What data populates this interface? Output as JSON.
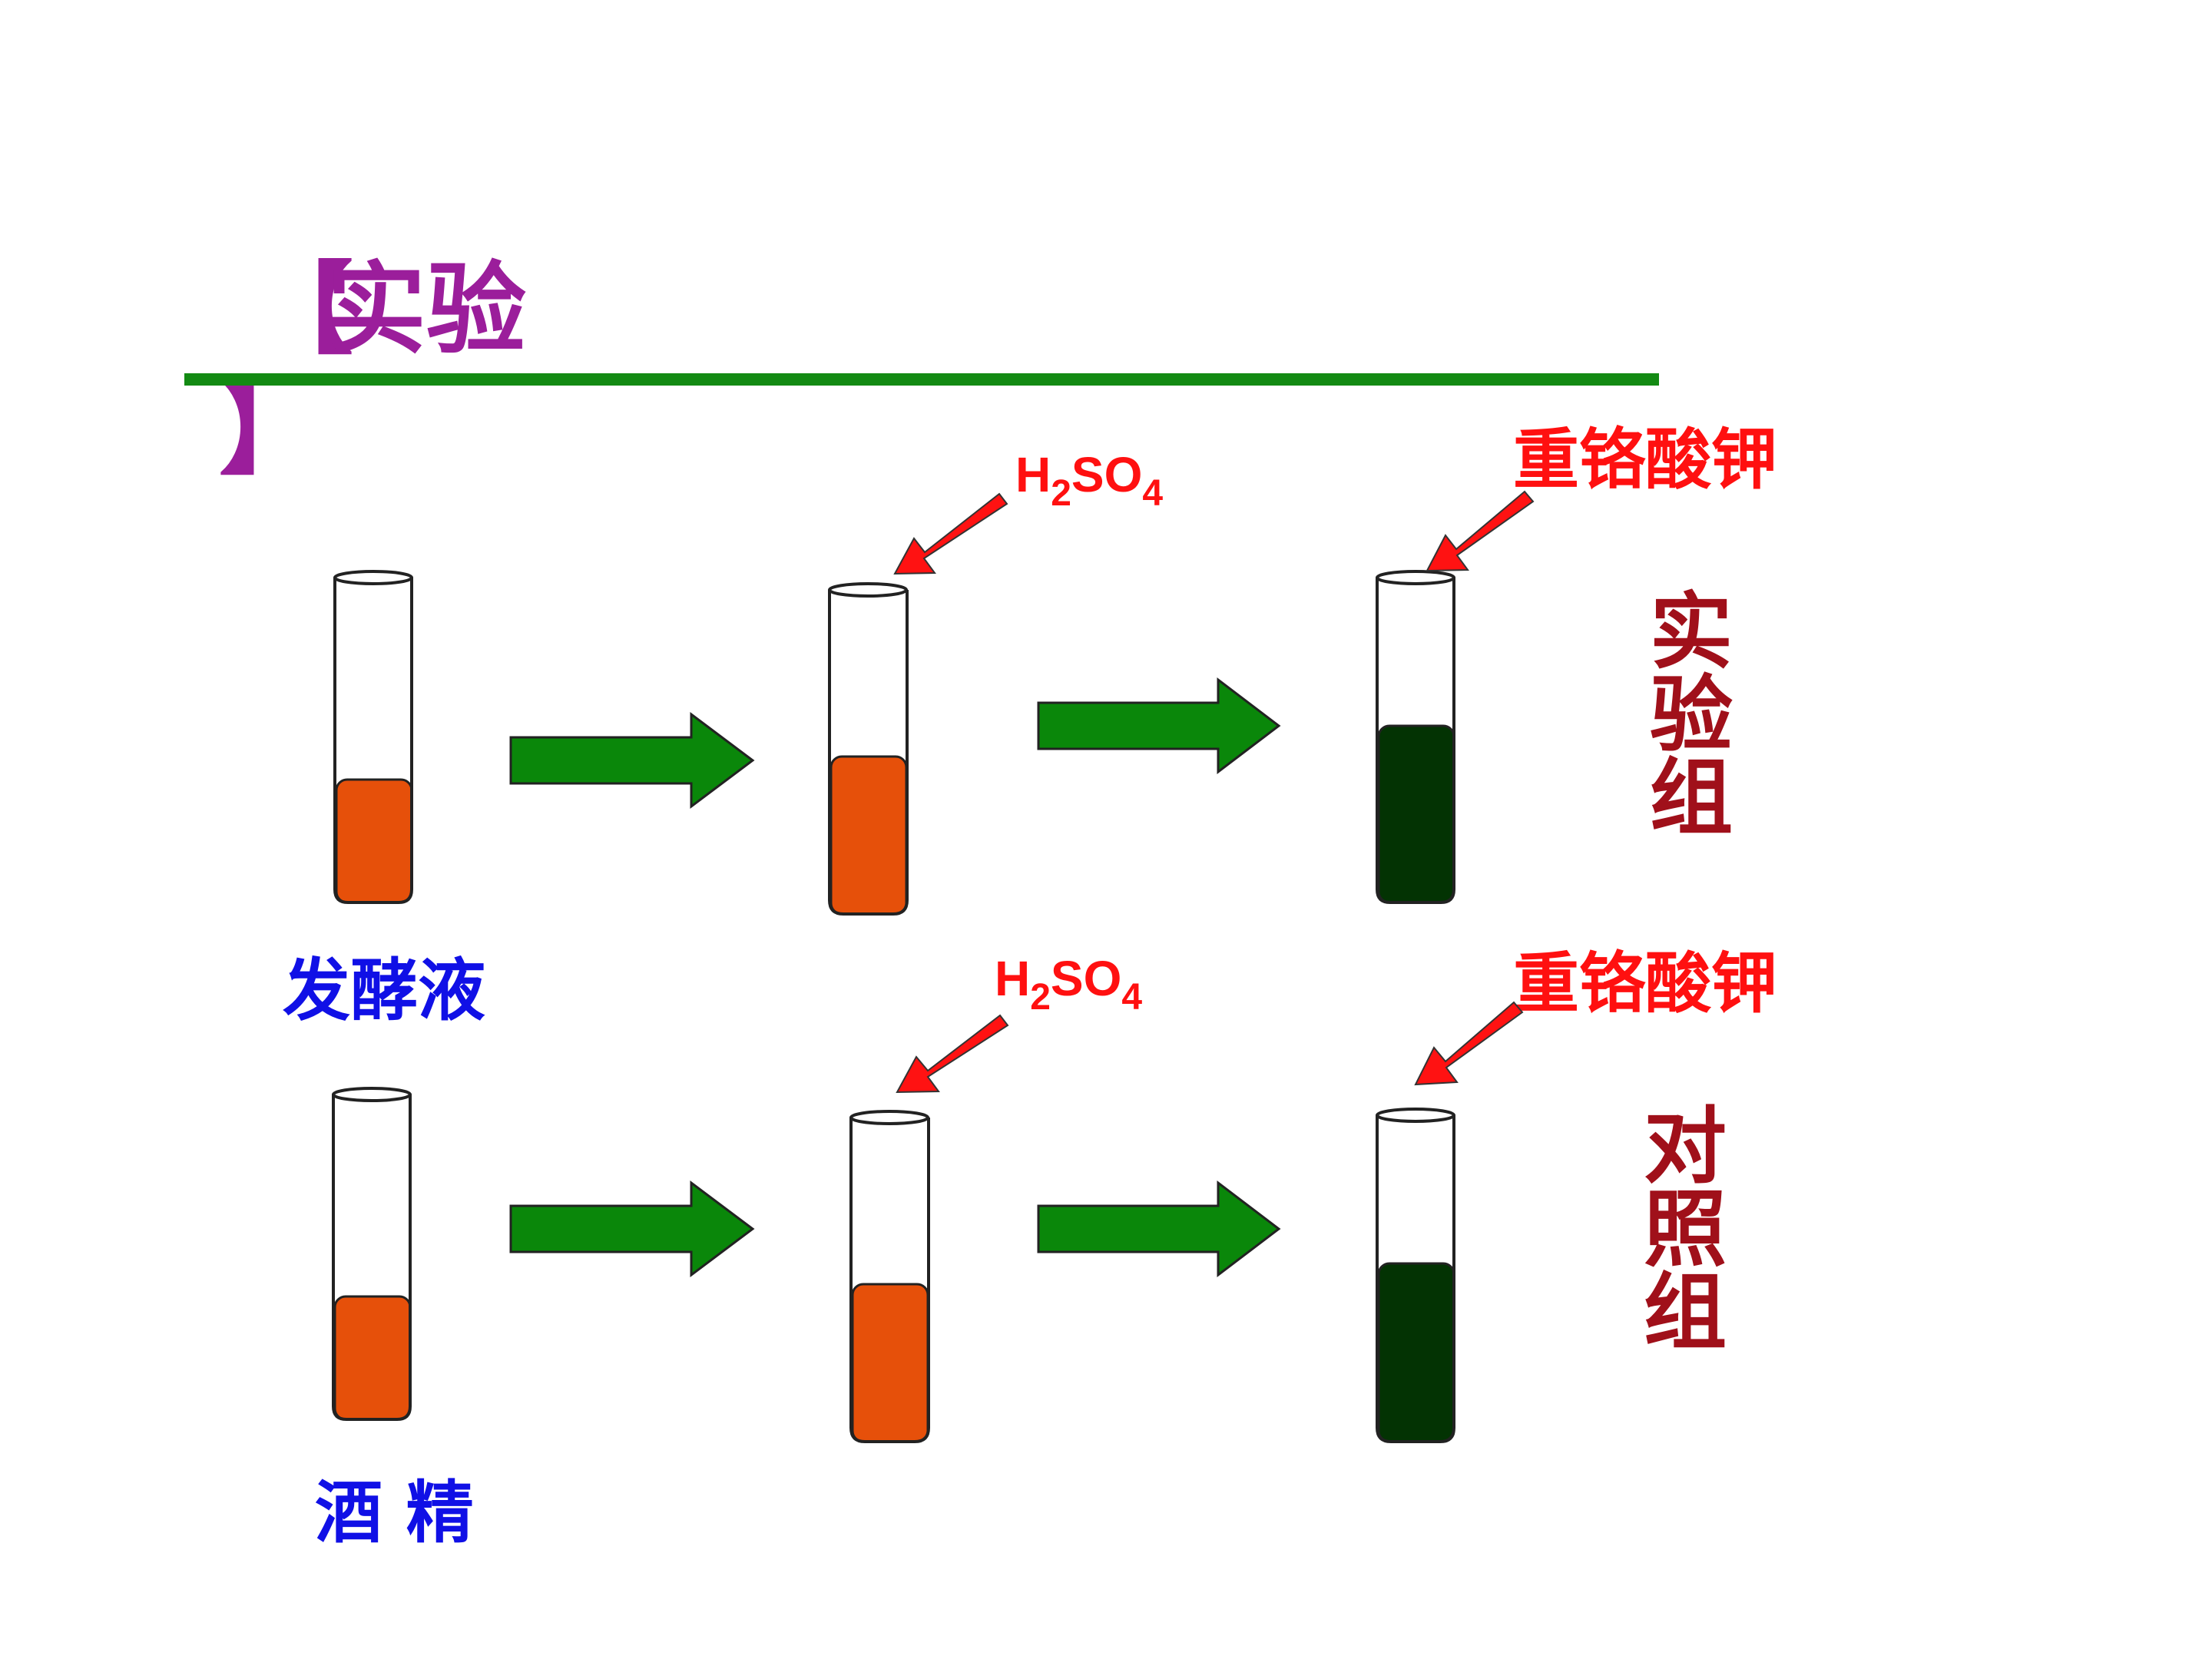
{
  "title": {
    "open_bracket": "【",
    "text": "实验",
    "close_bracket": "】",
    "color": "#9B1E9B"
  },
  "divider_color": "#138A13",
  "rows": [
    {
      "start_label": "发酵液",
      "start_label_color": "#1010E6",
      "reagent1": {
        "base": "H",
        "sub1": "2",
        "mid": "SO",
        "sub2": "4"
      },
      "reagent2": "重铬酸钾",
      "group_label": [
        "实",
        "验",
        "组"
      ]
    },
    {
      "start_label": "酒 精",
      "start_label_color": "#1010E6",
      "reagent1": {
        "base": "H",
        "sub1": "2",
        "mid": "SO",
        "sub2": "4"
      },
      "reagent2": "重铬酸钾",
      "group_label": [
        "对",
        "照",
        "组"
      ]
    }
  ],
  "colors": {
    "orange_liquid": "#E6500A",
    "green_liquid": "#033303",
    "process_arrow": "#0A870A",
    "reagent_text": "#FF1010",
    "reagent_arrow": "#FF1212",
    "group_text": "#A0101A"
  },
  "icons": {
    "process_arrow": "right-arrow-icon",
    "reagent_arrow": "pointer-arrow-icon"
  }
}
